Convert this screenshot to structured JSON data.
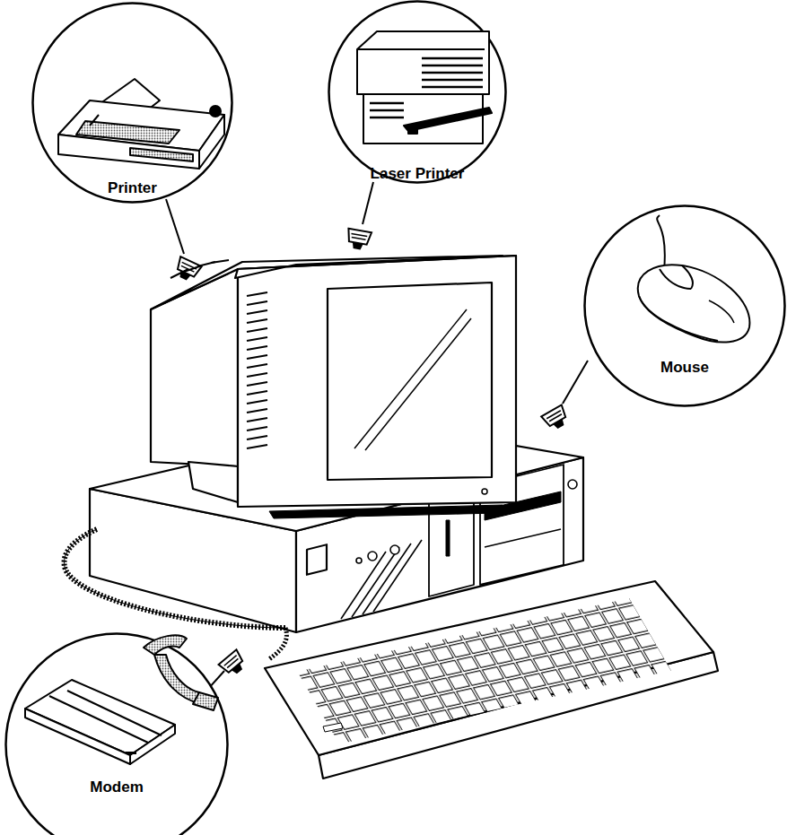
{
  "diagram": {
    "nodes": [
      {
        "text": [
          "Printer"
        ]
      },
      {
        "text": [
          "Laser Printer"
        ]
      },
      {
        "text": [
          "Mouse"
        ]
      },
      {
        "text": [
          "Modem"
        ]
      }
    ]
  }
}
